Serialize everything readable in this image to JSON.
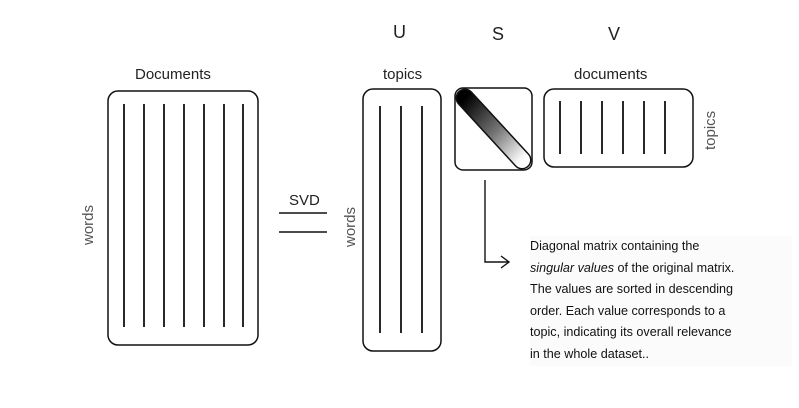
{
  "labels": {
    "u_heading": "U",
    "s_heading": "S",
    "v_heading": "V",
    "documents_matrix": "Documents",
    "words_axis_left": "words",
    "svd_operator": "SVD",
    "u_topics": "topics",
    "u_words": "words",
    "v_documents": "documents",
    "v_topics": "topics"
  },
  "description": {
    "line1": "Diagonal matrix containing the",
    "line2_em": "singular values",
    "line2_rest": " of the original matrix.",
    "line3": "The values are sorted in descending",
    "line4": "order. Each value corresponds to a",
    "line5": "topic, indicating its overall relevance",
    "line6": "in the whole dataset.."
  },
  "colors": {
    "stroke": "#111111",
    "text": "#222222",
    "axis_text": "#555555",
    "gradient_dark": "#000000",
    "gradient_light": "#ffffff"
  }
}
